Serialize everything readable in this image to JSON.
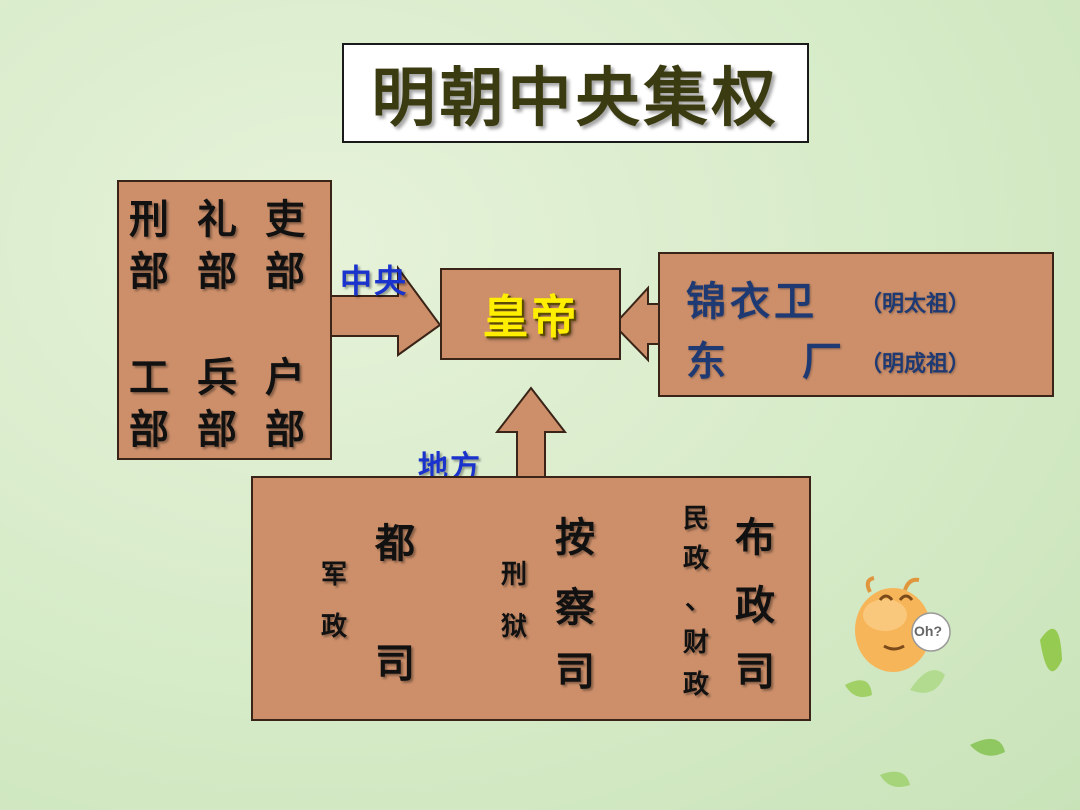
{
  "title": "明朝中央集权",
  "central_departments": {
    "row1": [
      "刑",
      "礼",
      "吏"
    ],
    "row2": [
      "部",
      "部",
      "部"
    ],
    "row3": [
      "工",
      "兵",
      "户"
    ],
    "row4": [
      "部",
      "部",
      "部"
    ]
  },
  "label_central": "中央",
  "label_local": "地方",
  "emperor": {
    "text1": "皇",
    "text2": "帝"
  },
  "secret_police": {
    "line1_name": "锦衣卫",
    "line1_note": "（明太祖）",
    "line2_name_a": "东",
    "line2_name_b": "厂",
    "line2_note": "（明成祖）"
  },
  "local_agencies": {
    "dusi": {
      "c1": "都",
      "c2": "司",
      "note1": "军",
      "note2": "政"
    },
    "anchasi": {
      "c1": "按",
      "c2": "察",
      "c3": "司",
      "note1": "刑",
      "note2": "狱"
    },
    "buzhengsi": {
      "c1": "布",
      "c2": "政",
      "c3": "司",
      "note": [
        "民",
        "政",
        "、",
        "财",
        "政"
      ]
    }
  },
  "mascot_text": "Oh?",
  "colors": {
    "box_fill": "#cc8f6a",
    "emperor_text": "#ffee00",
    "label_blue": "#1a33cc",
    "right_text": "#1f3a73"
  }
}
